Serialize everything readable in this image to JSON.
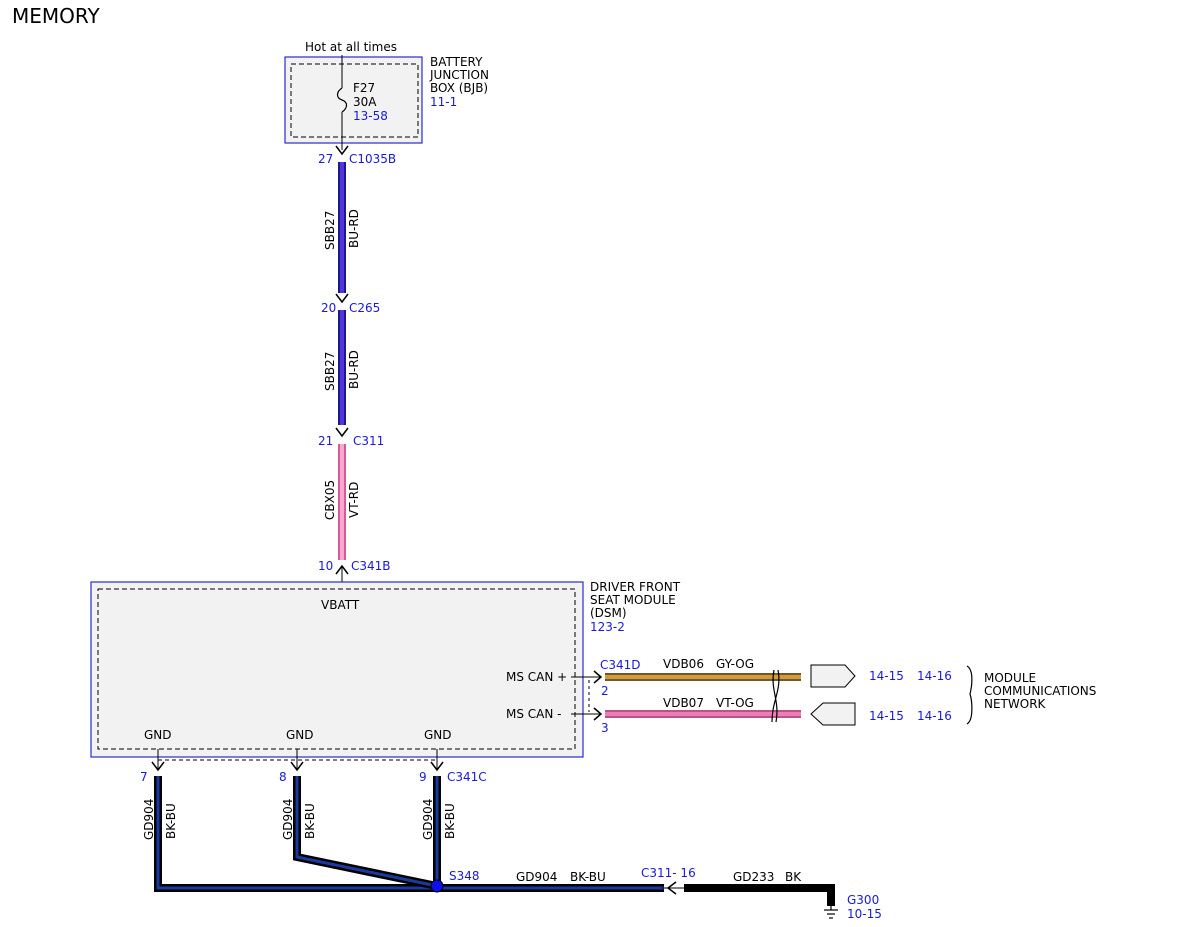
{
  "title": "MEMORY",
  "colors": {
    "component_border": "#2b2bcc",
    "component_fill": "#f2f2f2",
    "wire_blue_outer": "#1a1a8c",
    "wire_blue_inner": "#5533dd",
    "wire_pink": "#ea7fb6",
    "wire_orange": "#d79a3b",
    "wire_black": "#000000",
    "splice_blue": "#1010ee"
  },
  "bjb": {
    "label_top": "Hot at all times",
    "name_line1": "BATTERY",
    "name_line2": "JUNCTION",
    "name_line3": "BOX (BJB)",
    "page_ref": "11-1",
    "fuse_name": "F27",
    "fuse_rating": "30A",
    "fuse_ref": "13-58"
  },
  "connectors": {
    "c1035b_pin": "27",
    "c1035b": "C1035B",
    "c265_pin": "20",
    "c265": "C265",
    "c311_pin": "21",
    "c311": "C311",
    "c341b_pin": "10",
    "c341b": "C341B",
    "c341d": "C341D",
    "c341d_pin_plus": "2",
    "c341d_pin_minus": "3",
    "c341c_pin_a": "7",
    "c341c_pin_b": "8",
    "c341c_pin_c": "9",
    "c341c": "C341C",
    "c311_16": "C311- 16"
  },
  "wires": {
    "w1_circuit": "SBB27",
    "w1_color": "BU-RD",
    "w2_circuit": "SBB27",
    "w2_color": "BU-RD",
    "w3_circuit": "CBX05",
    "w3_color": "VT-RD",
    "can_plus_circuit": "VDB06",
    "can_plus_color": "GY-OG",
    "can_minus_circuit": "VDB07",
    "can_minus_color": "VT-OG",
    "gnd_a_circuit": "GD904",
    "gnd_a_color": "BK-BU",
    "gnd_b_circuit": "GD904",
    "gnd_b_color": "BK-BU",
    "gnd_c_circuit": "GD904",
    "gnd_c_color": "BK-BU",
    "gnd_main_circuit": "GD904",
    "gnd_main_color": "BK-BU",
    "gnd_end_circuit": "GD233",
    "gnd_end_color": "BK"
  },
  "dsm": {
    "name_line1": "DRIVER FRONT",
    "name_line2": "SEAT MODULE",
    "name_line3": "(DSM)",
    "page_ref": "123-2",
    "vbatt": "VBATT",
    "ms_can_plus": "MS CAN +",
    "ms_can_minus": "MS CAN -",
    "gnd_1": "GND",
    "gnd_2": "GND",
    "gnd_3": "GND"
  },
  "network": {
    "plus_ref_1": "14-15",
    "plus_ref_2": "14-16",
    "minus_ref_1": "14-15",
    "minus_ref_2": "14-16",
    "name_line1": "MODULE",
    "name_line2": "COMMUNICATIONS",
    "name_line3": "NETWORK"
  },
  "splice": {
    "name": "S348"
  },
  "ground": {
    "name": "G300",
    "page_ref": "10-15"
  }
}
